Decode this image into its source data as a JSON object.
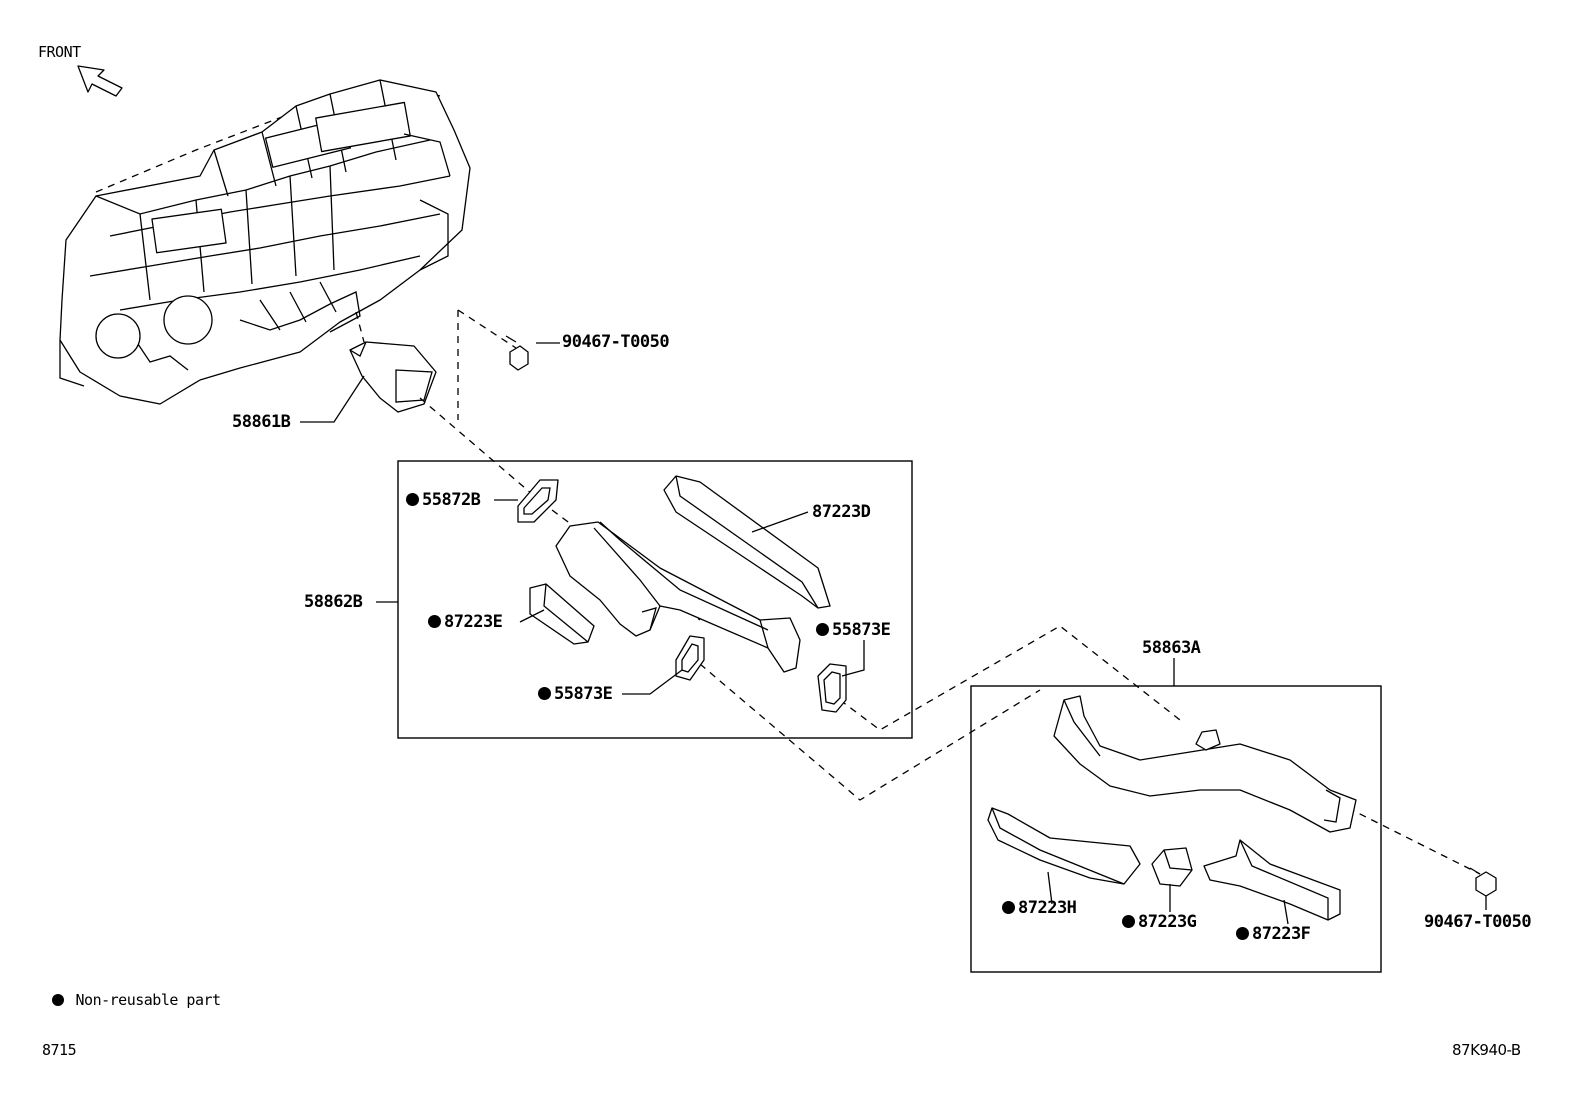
{
  "header": {
    "front_label": "FRONT"
  },
  "callouts": {
    "bolt_top": "90467-T0050",
    "duct_58861b": "58861B",
    "gasket_55872b": "55872B",
    "duct_87223d": "87223D",
    "assy_58862b": "58862B",
    "duct_87223e": "87223E",
    "gasket_55873e_right": "55873E",
    "gasket_55873e_left": "55873E",
    "assy_58863a": "58863A",
    "duct_87223h": "87223H",
    "duct_87223g": "87223G",
    "duct_87223f": "87223F",
    "bolt_right": "90467-T0050"
  },
  "legend": {
    "non_reusable": "Non-reusable part"
  },
  "footer": {
    "page_code": "8715",
    "diagram_code": "87K940-B"
  }
}
